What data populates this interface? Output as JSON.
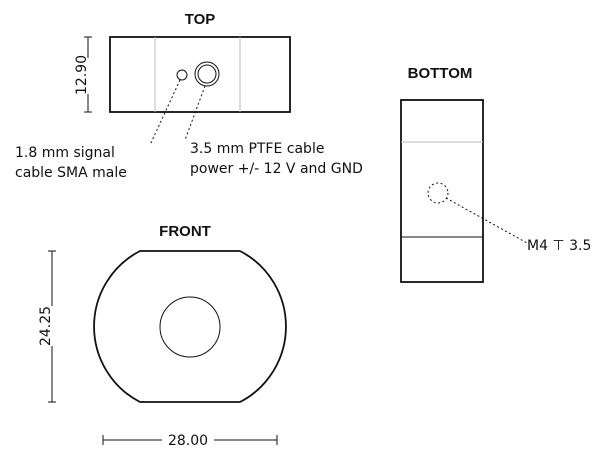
{
  "views": {
    "top": {
      "title": "TOP",
      "dimension": "12.90",
      "notes": {
        "signal_cable": [
          "1.8 mm signal",
          "cable SMA male"
        ],
        "ptfe_cable": [
          "3.5 mm PTFE cable",
          "power +/- 12 V and GND"
        ]
      }
    },
    "bottom": {
      "title": "BOTTOM",
      "hole_callout": "M4 ⊤ 3.5"
    },
    "front": {
      "title": "FRONT",
      "height_dimension": "24.25",
      "width_dimension": "28.00"
    }
  }
}
